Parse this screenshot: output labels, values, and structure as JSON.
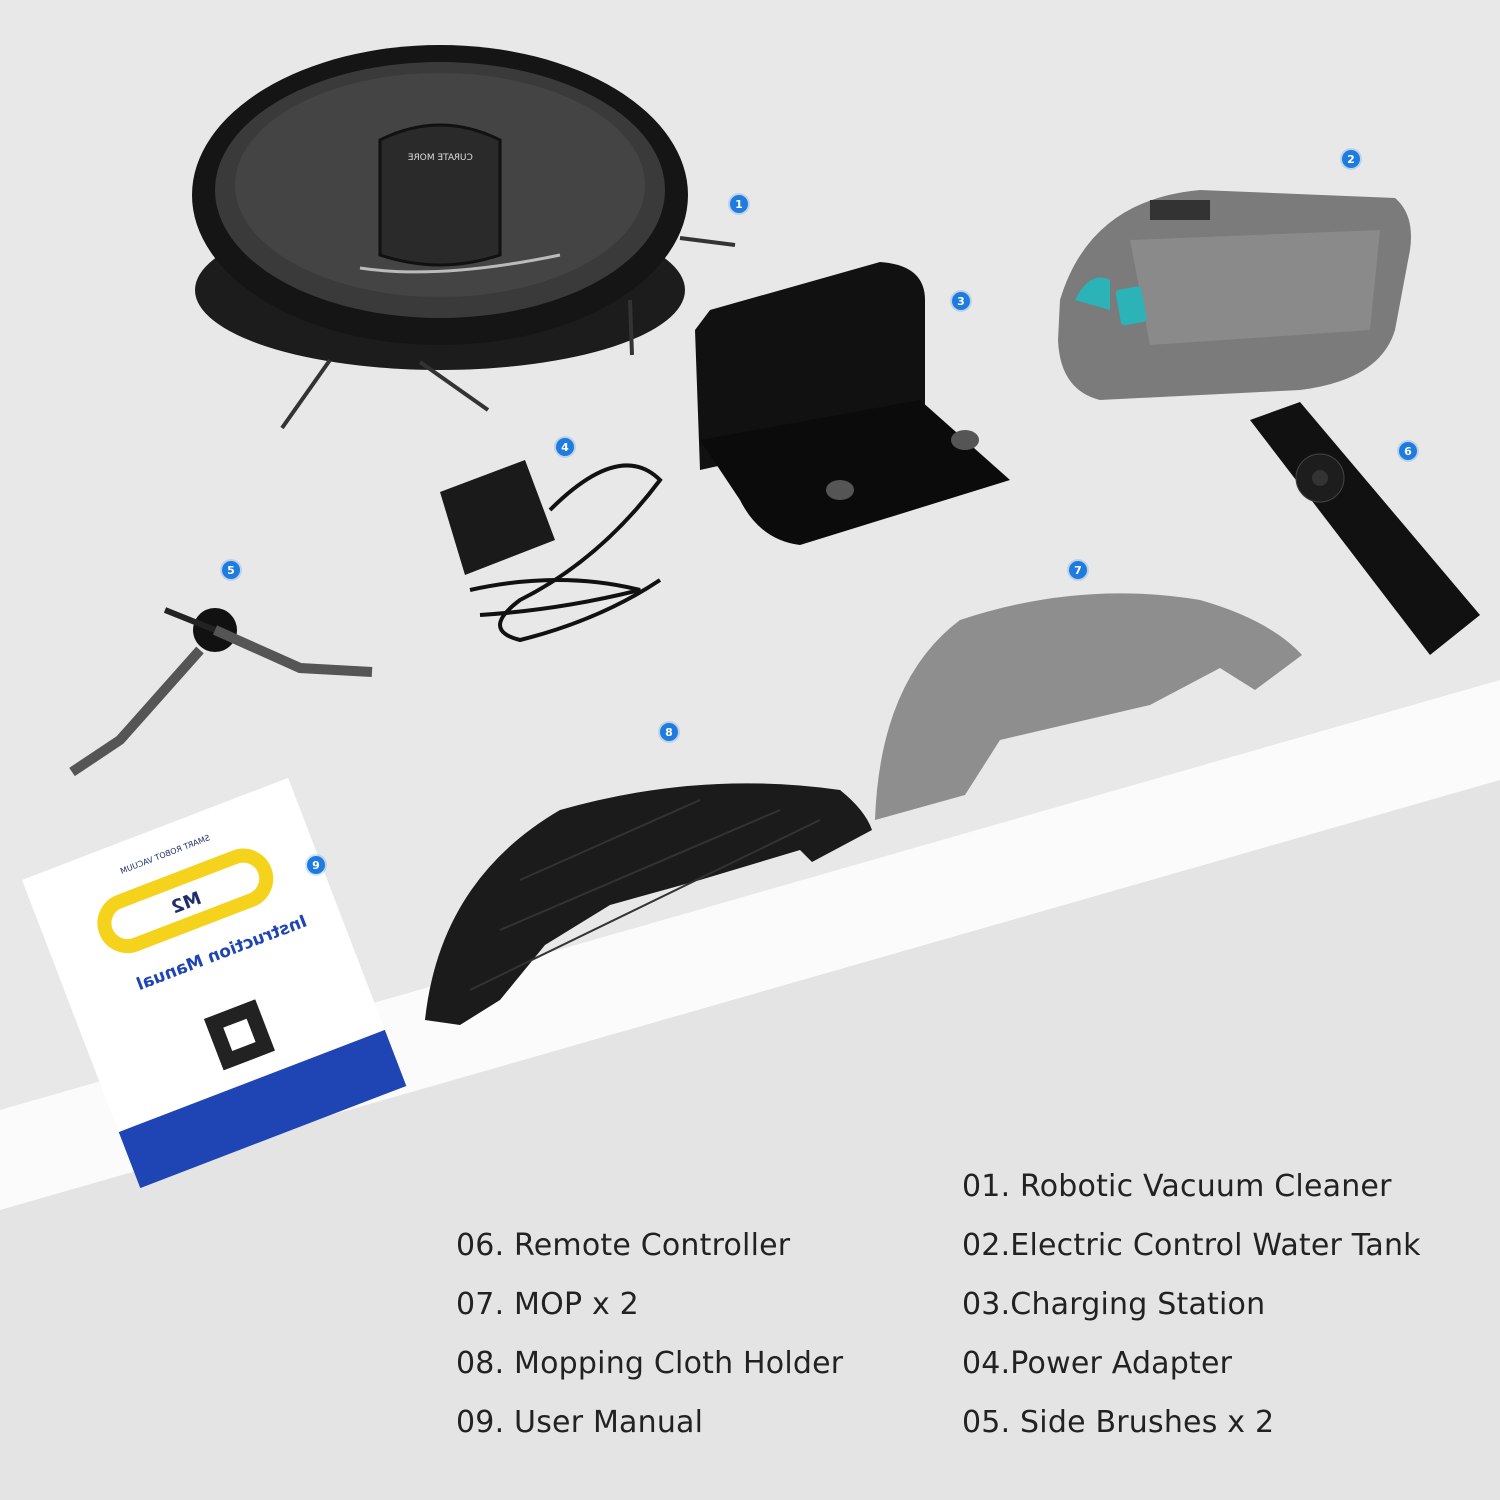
{
  "badges": [
    "1",
    "2",
    "3",
    "4",
    "5",
    "6",
    "7",
    "8",
    "9"
  ],
  "robot": {
    "brand_text": "CURATE MORE"
  },
  "manual": {
    "header": "SMART ROBOT VACUUM",
    "model": "M2",
    "title": "Instruction Manual"
  },
  "legend_left": [
    "06. Remote Controller",
    "07. MOP x 2",
    "08. Mopping Cloth Holder",
    "09. User Manual"
  ],
  "legend_right": [
    "01. Robotic Vacuum Cleaner",
    "02.Electric Control Water Tank",
    "03.Charging Station",
    "04.Power Adapter",
    "05. Side Brushes x 2"
  ],
  "colors": {
    "badge": "#1e7be0",
    "manual_blue": "#1f45b5",
    "manual_yellow": "#f5d31c",
    "tank_accent": "#2bb3b8"
  }
}
